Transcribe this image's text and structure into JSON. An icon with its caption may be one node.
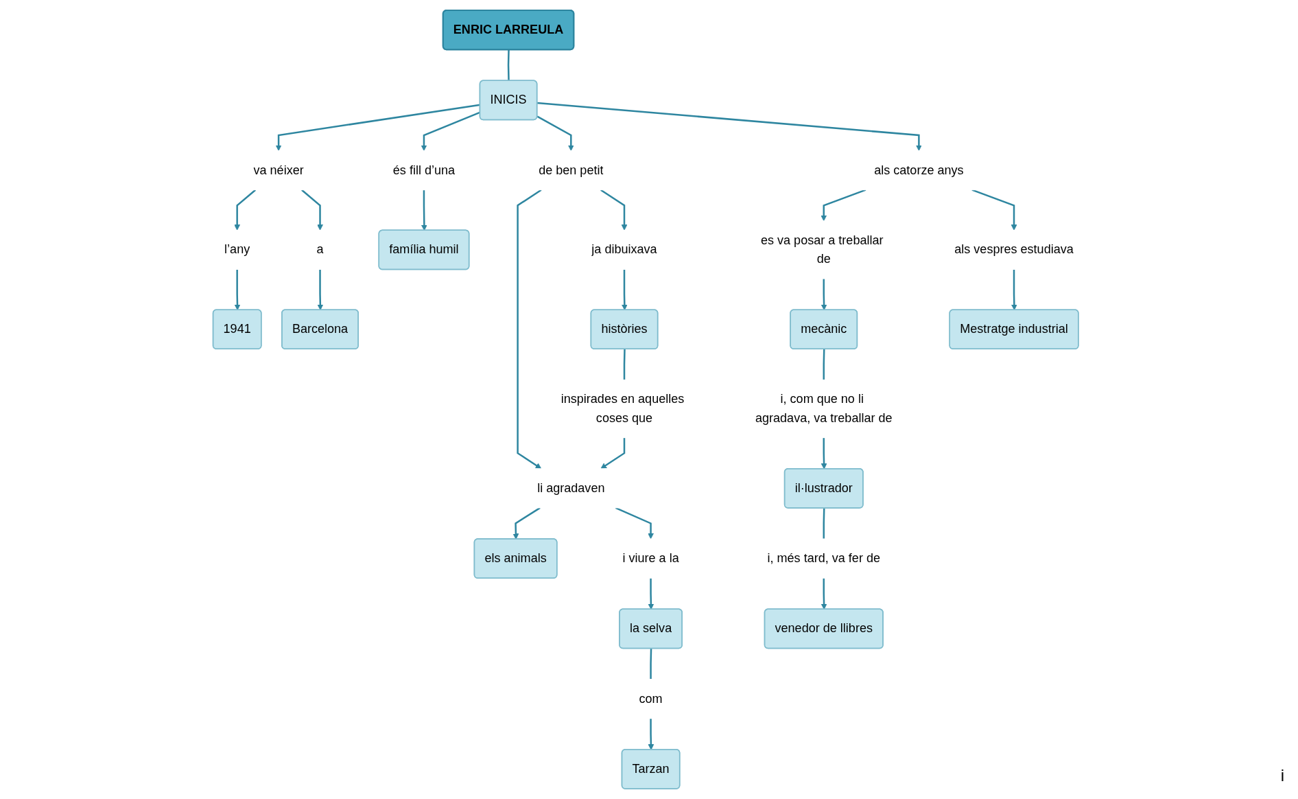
{
  "diagram": {
    "nodes": [
      {
        "text": [
          "ENRIC LARREULA"
        ]
      },
      {
        "text": [
          "INICIS"
        ]
      },
      {
        "text": [
          "va néixer"
        ]
      },
      {
        "text": [
          "és fill d’una"
        ]
      },
      {
        "text": [
          "als catorze anys"
        ]
      },
      {
        "text": [
          "l’any"
        ]
      },
      {
        "text": [
          "família humil"
        ]
      },
      {
        "text": [
          "es va posar a treballar de"
        ]
      },
      {
        "text": [
          "als vespres estudiava"
        ]
      },
      {
        "text": [
          "de ben petit"
        ]
      },
      {
        "text": [
          "a"
        ]
      },
      {
        "text": [
          "1941"
        ]
      },
      {
        "text": [
          "mecànic"
        ]
      },
      {
        "text": [
          "Mestratge industrial"
        ]
      },
      {
        "text": [
          "Barcelona"
        ]
      },
      {
        "text": [
          "li agradaven"
        ]
      },
      {
        "text": [
          "i, com que no li agradava, va treballar de"
        ]
      },
      {
        "text": [
          "ja dibuixava"
        ]
      },
      {
        "text": [
          "els animals"
        ]
      },
      {
        "text": [
          "i viure a la"
        ]
      },
      {
        "text": [
          "la selva"
        ]
      },
      {
        "text": [
          "històries"
        ]
      },
      {
        "text": [
          "il·lustrador"
        ]
      },
      {
        "text": [
          "com"
        ]
      },
      {
        "text": [
          "i, més tard, va fer de"
        ]
      },
      {
        "text": [
          "Tarzan"
        ]
      },
      {
        "text": [
          "venedor de llibres"
        ]
      },
      {
        "text": [
          "inspirades en aquelles coses que"
        ]
      }
    ],
    "edges": [
      {
        "from": 0,
        "to": 1,
        "arrow": "none"
      },
      {
        "from": 1,
        "to": 2,
        "arrow": "to"
      },
      {
        "from": 1,
        "to": 3,
        "arrow": "to"
      },
      {
        "from": 1,
        "to": 9,
        "arrow": "to"
      },
      {
        "from": 1,
        "to": 4,
        "arrow": "to"
      },
      {
        "from": 2,
        "to": 5,
        "arrow": "to"
      },
      {
        "from": 5,
        "to": 11,
        "arrow": "to"
      },
      {
        "from": 2,
        "to": 10,
        "arrow": "to"
      },
      {
        "from": 10,
        "to": 14,
        "arrow": "to"
      },
      {
        "from": 3,
        "to": 6,
        "arrow": "to"
      },
      {
        "from": 4,
        "to": 7,
        "arrow": "to"
      },
      {
        "from": 4,
        "to": 8,
        "arrow": "to"
      },
      {
        "from": 7,
        "to": 12,
        "arrow": "to"
      },
      {
        "from": 8,
        "to": 13,
        "arrow": "to"
      },
      {
        "from": 9,
        "to": 15,
        "arrow": "to"
      },
      {
        "from": 9,
        "to": 17,
        "arrow": "to"
      },
      {
        "from": 17,
        "to": 21,
        "arrow": "to"
      },
      {
        "from": 15,
        "to": 18,
        "arrow": "to"
      },
      {
        "from": 15,
        "to": 19,
        "arrow": "to"
      },
      {
        "from": 19,
        "to": 20,
        "arrow": "to"
      },
      {
        "from": 20,
        "to": 23,
        "arrow": "none"
      },
      {
        "from": 23,
        "to": 25,
        "arrow": "to"
      },
      {
        "from": 12,
        "to": 16,
        "arrow": "none"
      },
      {
        "from": 16,
        "to": 22,
        "arrow": "to"
      },
      {
        "from": 22,
        "to": 24,
        "arrow": "none"
      },
      {
        "from": 24,
        "to": 26,
        "arrow": "to"
      },
      {
        "from": 21,
        "to": 27,
        "arrow": "none"
      },
      {
        "from": 27,
        "to": 15,
        "arrow": "to"
      }
    ],
    "labels": [
      "i"
    ]
  }
}
